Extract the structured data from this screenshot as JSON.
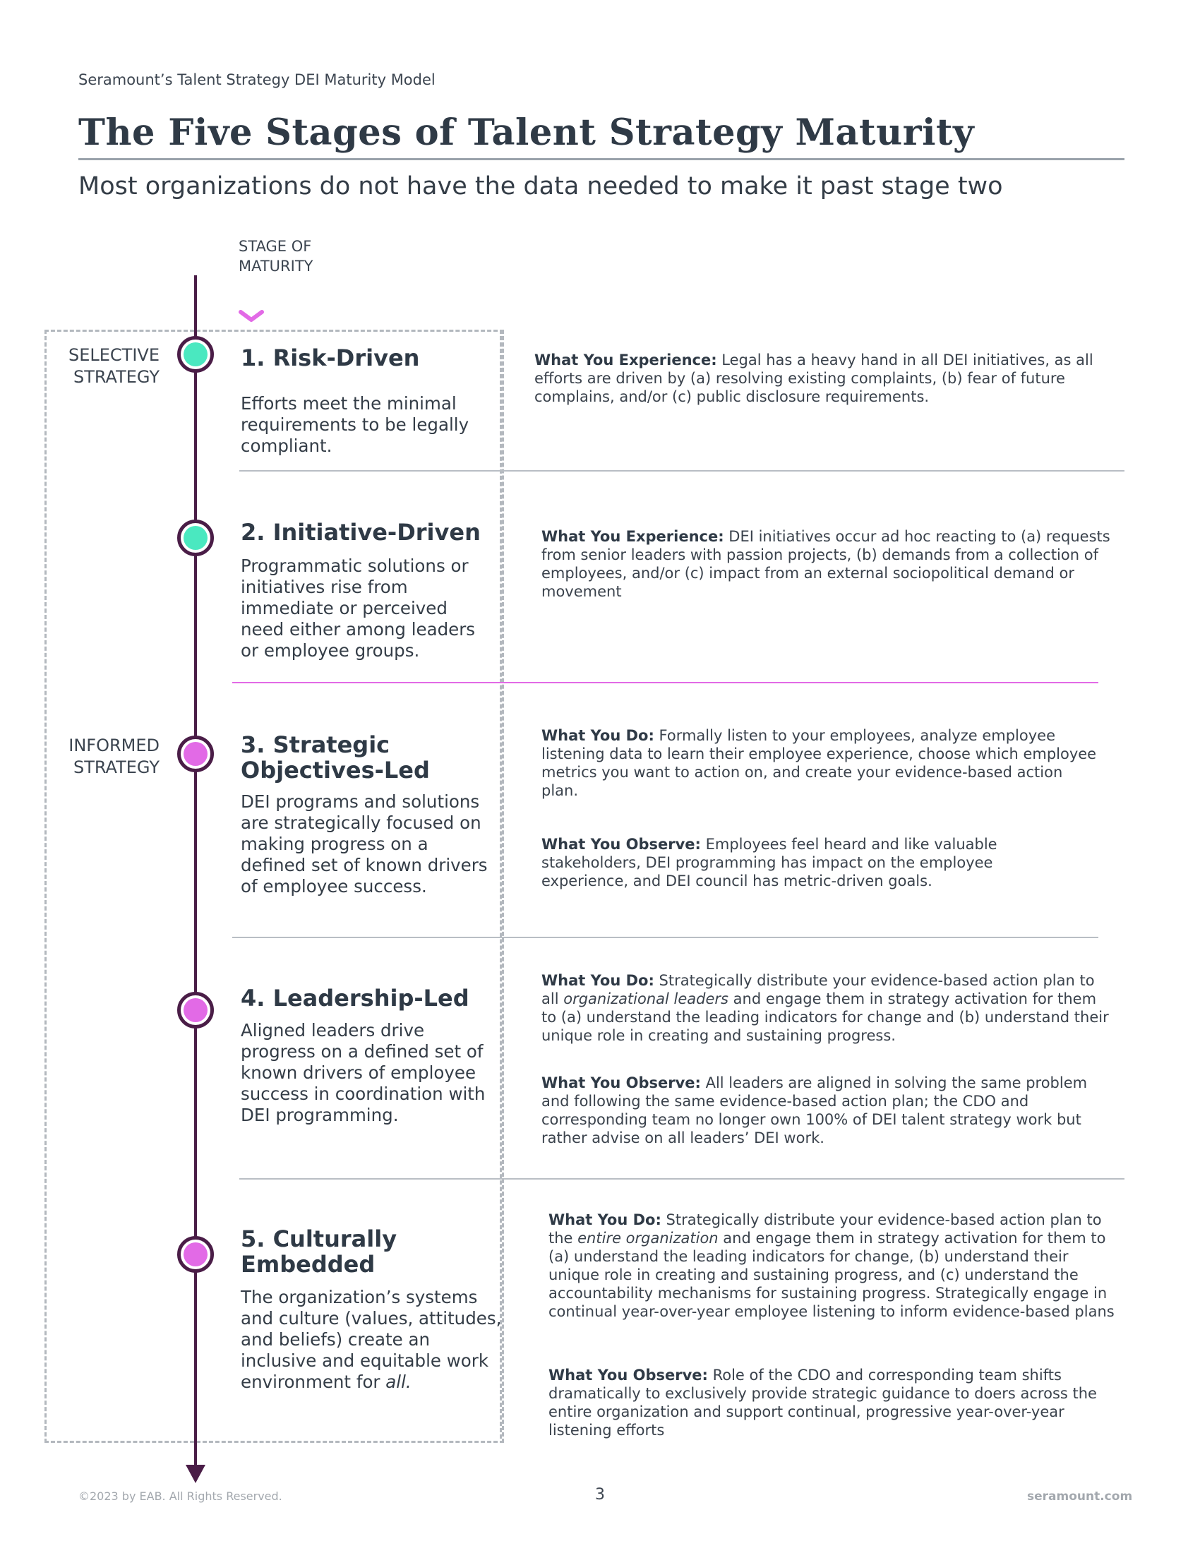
{
  "header": {
    "kicker": "Seramount’s Talent Strategy DEI Maturity Model",
    "title": "The Five Stages of Talent Strategy Maturity",
    "subtitle": "Most organizations do not have the data needed to make it past stage two"
  },
  "axis": {
    "label_line1": "STAGE OF",
    "label_line2": "MATURITY"
  },
  "groups": {
    "selective_line1": "SELECTIVE",
    "selective_line2": "STRATEGY",
    "informed_line1": "INFORMED",
    "informed_line2": "STRATEGY"
  },
  "colors": {
    "selective_dot": "#4ae8c0",
    "informed_dot": "#e26ae6",
    "axis": "#4a1d47"
  },
  "stages": [
    {
      "title": "1. Risk-Driven",
      "description": "Efforts meet the minimal requirements to be legally compliant.",
      "exp1_label": "What You Experience:",
      "exp1_text": " Legal has a heavy hand in all DEI initiatives, as all efforts are driven by (a) resolving existing complaints, (b) fear of future complains, and/or (c) public disclosure requirements."
    },
    {
      "title": "2. Initiative-Driven",
      "description": "Programmatic solutions or initiatives rise from immediate or perceived need either among leaders or employee groups.",
      "exp1_label": "What You Experience:",
      "exp1_text": " DEI initiatives occur ad hoc reacting to (a) requests from senior leaders with passion projects, (b) demands from a collection of employees, and/or (c) impact from an external sociopolitical demand or movement"
    },
    {
      "title": "3. Strategic Objectives-Led",
      "description": "DEI programs and solutions are strategically focused on making progress on a defined set of known drivers of employee success.",
      "exp1_label": "What You Do:",
      "exp1_text": " Formally listen to your employees, analyze employee listening data to learn their employee experience, choose which employee metrics you want to action on, and create your evidence-based action plan.",
      "exp2_label": "What You Observe:",
      "exp2_text": " Employees feel heard and like valuable stakeholders, DEI programming has impact on the employee experience, and DEI council has metric-driven goals."
    },
    {
      "title": "4. Leadership-Led",
      "description": "Aligned leaders drive progress on a defined set of known drivers of employee success in coordination with DEI programming.",
      "exp1_label": "What You Do:",
      "exp1_text_a": " Strategically distribute your evidence-based action plan to all ",
      "exp1_italic": "organizational leaders",
      "exp1_text_b": " and engage them in strategy activation for them to (a) understand the leading indicators for change and (b) understand their unique role in creating and sustaining progress.",
      "exp2_label": "What You Observe:",
      "exp2_text": " All leaders are aligned in solving the same problem and following the same evidence-based action plan; the CDO and corresponding team no longer own 100% of DEI talent strategy work but rather advise on all leaders’ DEI work."
    },
    {
      "title": "5. Culturally Embedded",
      "description_a": "The organization’s systems and culture (values, attitudes, and beliefs) create an inclusive and equitable work environment for ",
      "description_italic": "all.",
      "exp1_label": "What You Do:",
      "exp1_text_a": " Strategically distribute your evidence-based action plan to the ",
      "exp1_italic": "entire organization",
      "exp1_text_b": " and engage them in strategy activation for them to (a) understand the leading indicators for change, (b) understand their unique role in creating and sustaining progress, and (c) understand the accountability mechanisms for sustaining progress. Strategically engage in continual year-over-year employee listening to inform evidence-based plans",
      "exp2_label": "What You Observe:",
      "exp2_text": " Role of the CDO and corresponding team shifts dramatically to exclusively provide strategic guidance to doers across the entire organization and support continual, progressive year-over-year listening efforts"
    }
  ],
  "footer": {
    "copyright": "©2023 by EAB. All Rights Reserved.",
    "page_number": "3",
    "site": "seramount.com"
  }
}
